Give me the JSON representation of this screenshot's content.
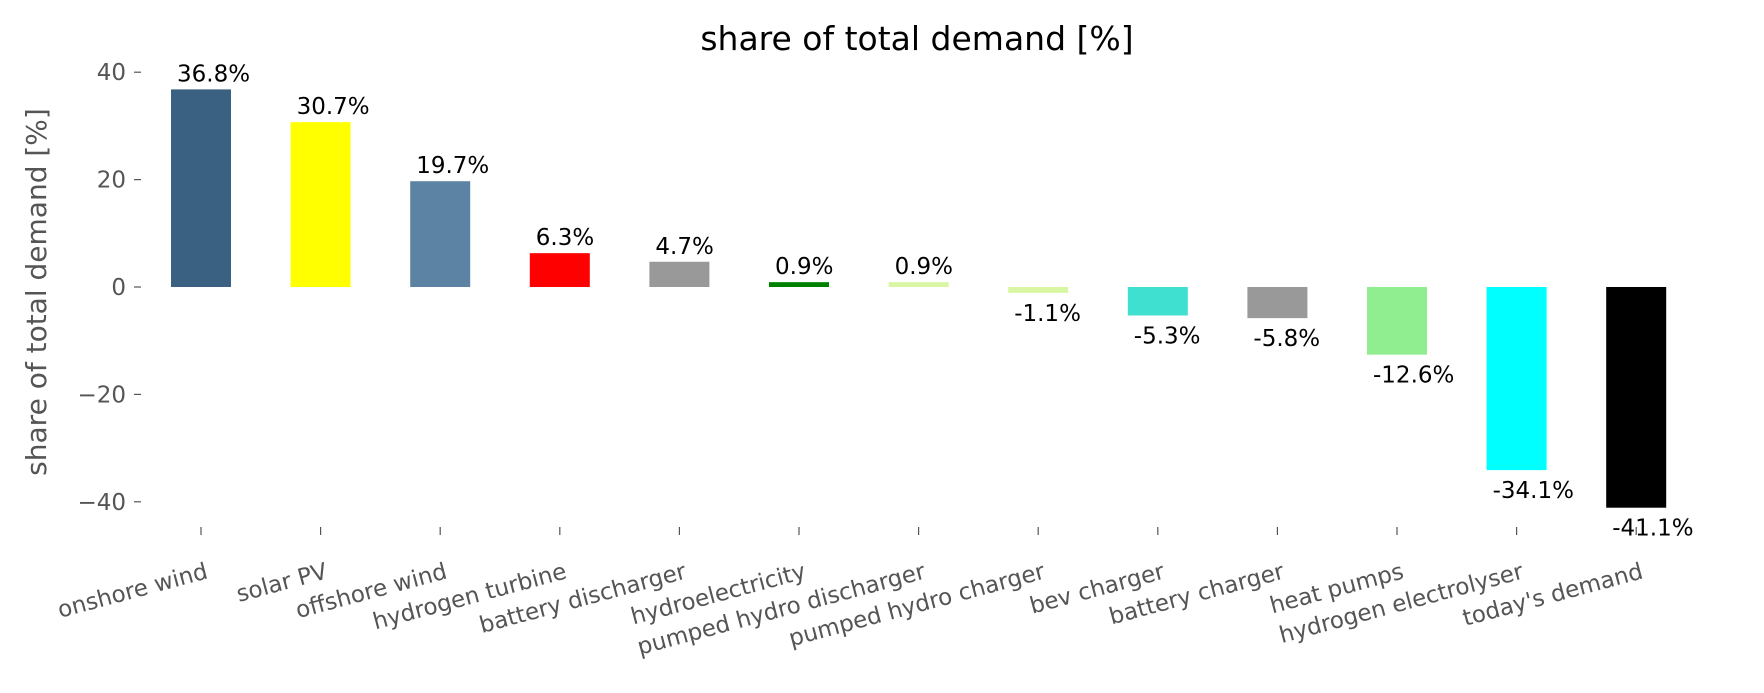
{
  "chart_data": {
    "type": "bar",
    "title": "share of total demand [%]",
    "xlabel": "",
    "ylabel": "share of total demand [%]",
    "ylim": [
      -45,
      42
    ],
    "yticks": [
      40,
      20,
      0,
      -20,
      -40
    ],
    "ytick_labels": [
      "40",
      "20",
      "0",
      "−20",
      "−40"
    ],
    "grid": false,
    "categories": [
      "onshore wind",
      "solar PV",
      "offshore wind",
      "hydrogen turbine",
      "battery discharger",
      "hydroelectricity",
      "pumped hydro discharger",
      "pumped hydro charger",
      "bev charger",
      "battery charger",
      "heat pumps",
      "hydrogen electrolyser",
      "today's demand"
    ],
    "values": [
      36.8,
      30.7,
      19.7,
      6.3,
      4.7,
      0.9,
      0.9,
      -1.1,
      -5.3,
      -5.8,
      -12.6,
      -34.1,
      -41.1
    ],
    "data_labels": [
      "36.8%",
      "30.7%",
      "19.7%",
      "6.3%",
      "4.7%",
      "0.9%",
      "0.9%",
      "-1.1%",
      "-5.3%",
      "-5.8%",
      "-12.6%",
      "-34.1%",
      "-41.1%"
    ],
    "colors": [
      "#3b6182",
      "#ffff00",
      "#5c83a3",
      "#ff0000",
      "#999999",
      "#008000",
      "#d9f7a3",
      "#d9f7a3",
      "#40e0d0",
      "#999999",
      "#90ee90",
      "#00ffff",
      "#000000"
    ]
  }
}
